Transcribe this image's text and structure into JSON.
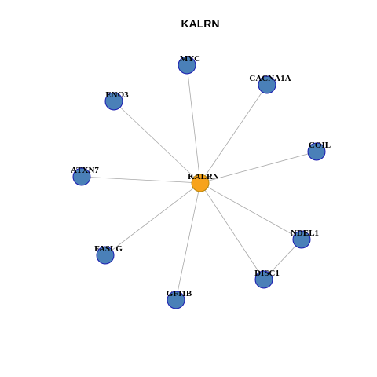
{
  "graph": {
    "title": "KALRN",
    "colors": {
      "center_fill": "#F7A31C",
      "center_stroke": "#B8860B",
      "node_fill": "#4A80B8",
      "node_stroke": "#1A1AB0",
      "edge": "#A8A8A8"
    },
    "center": "KALRN",
    "nodes": [
      {
        "id": "KALRN",
        "label": "KALRN",
        "role": "center"
      },
      {
        "id": "MYC",
        "label": "MYC",
        "role": "neighbor"
      },
      {
        "id": "CACNA1A",
        "label": "CACNA1A",
        "role": "neighbor"
      },
      {
        "id": "ENO3",
        "label": "ENO3",
        "role": "neighbor"
      },
      {
        "id": "COIL",
        "label": "COIL",
        "role": "neighbor"
      },
      {
        "id": "ATXN7",
        "label": "ATXN7",
        "role": "neighbor"
      },
      {
        "id": "NDEL1",
        "label": "NDEL1",
        "role": "neighbor"
      },
      {
        "id": "FASLG",
        "label": "FASLG",
        "role": "neighbor"
      },
      {
        "id": "DISC1",
        "label": "DISC1",
        "role": "neighbor"
      },
      {
        "id": "GFI1B",
        "label": "GFI1B",
        "role": "neighbor"
      }
    ],
    "edges": [
      [
        "KALRN",
        "MYC"
      ],
      [
        "KALRN",
        "CACNA1A"
      ],
      [
        "KALRN",
        "ENO3"
      ],
      [
        "KALRN",
        "COIL"
      ],
      [
        "KALRN",
        "ATXN7"
      ],
      [
        "KALRN",
        "NDEL1"
      ],
      [
        "KALRN",
        "FASLG"
      ],
      [
        "KALRN",
        "DISC1"
      ],
      [
        "KALRN",
        "GFI1B"
      ],
      [
        "NDEL1",
        "DISC1"
      ]
    ]
  }
}
